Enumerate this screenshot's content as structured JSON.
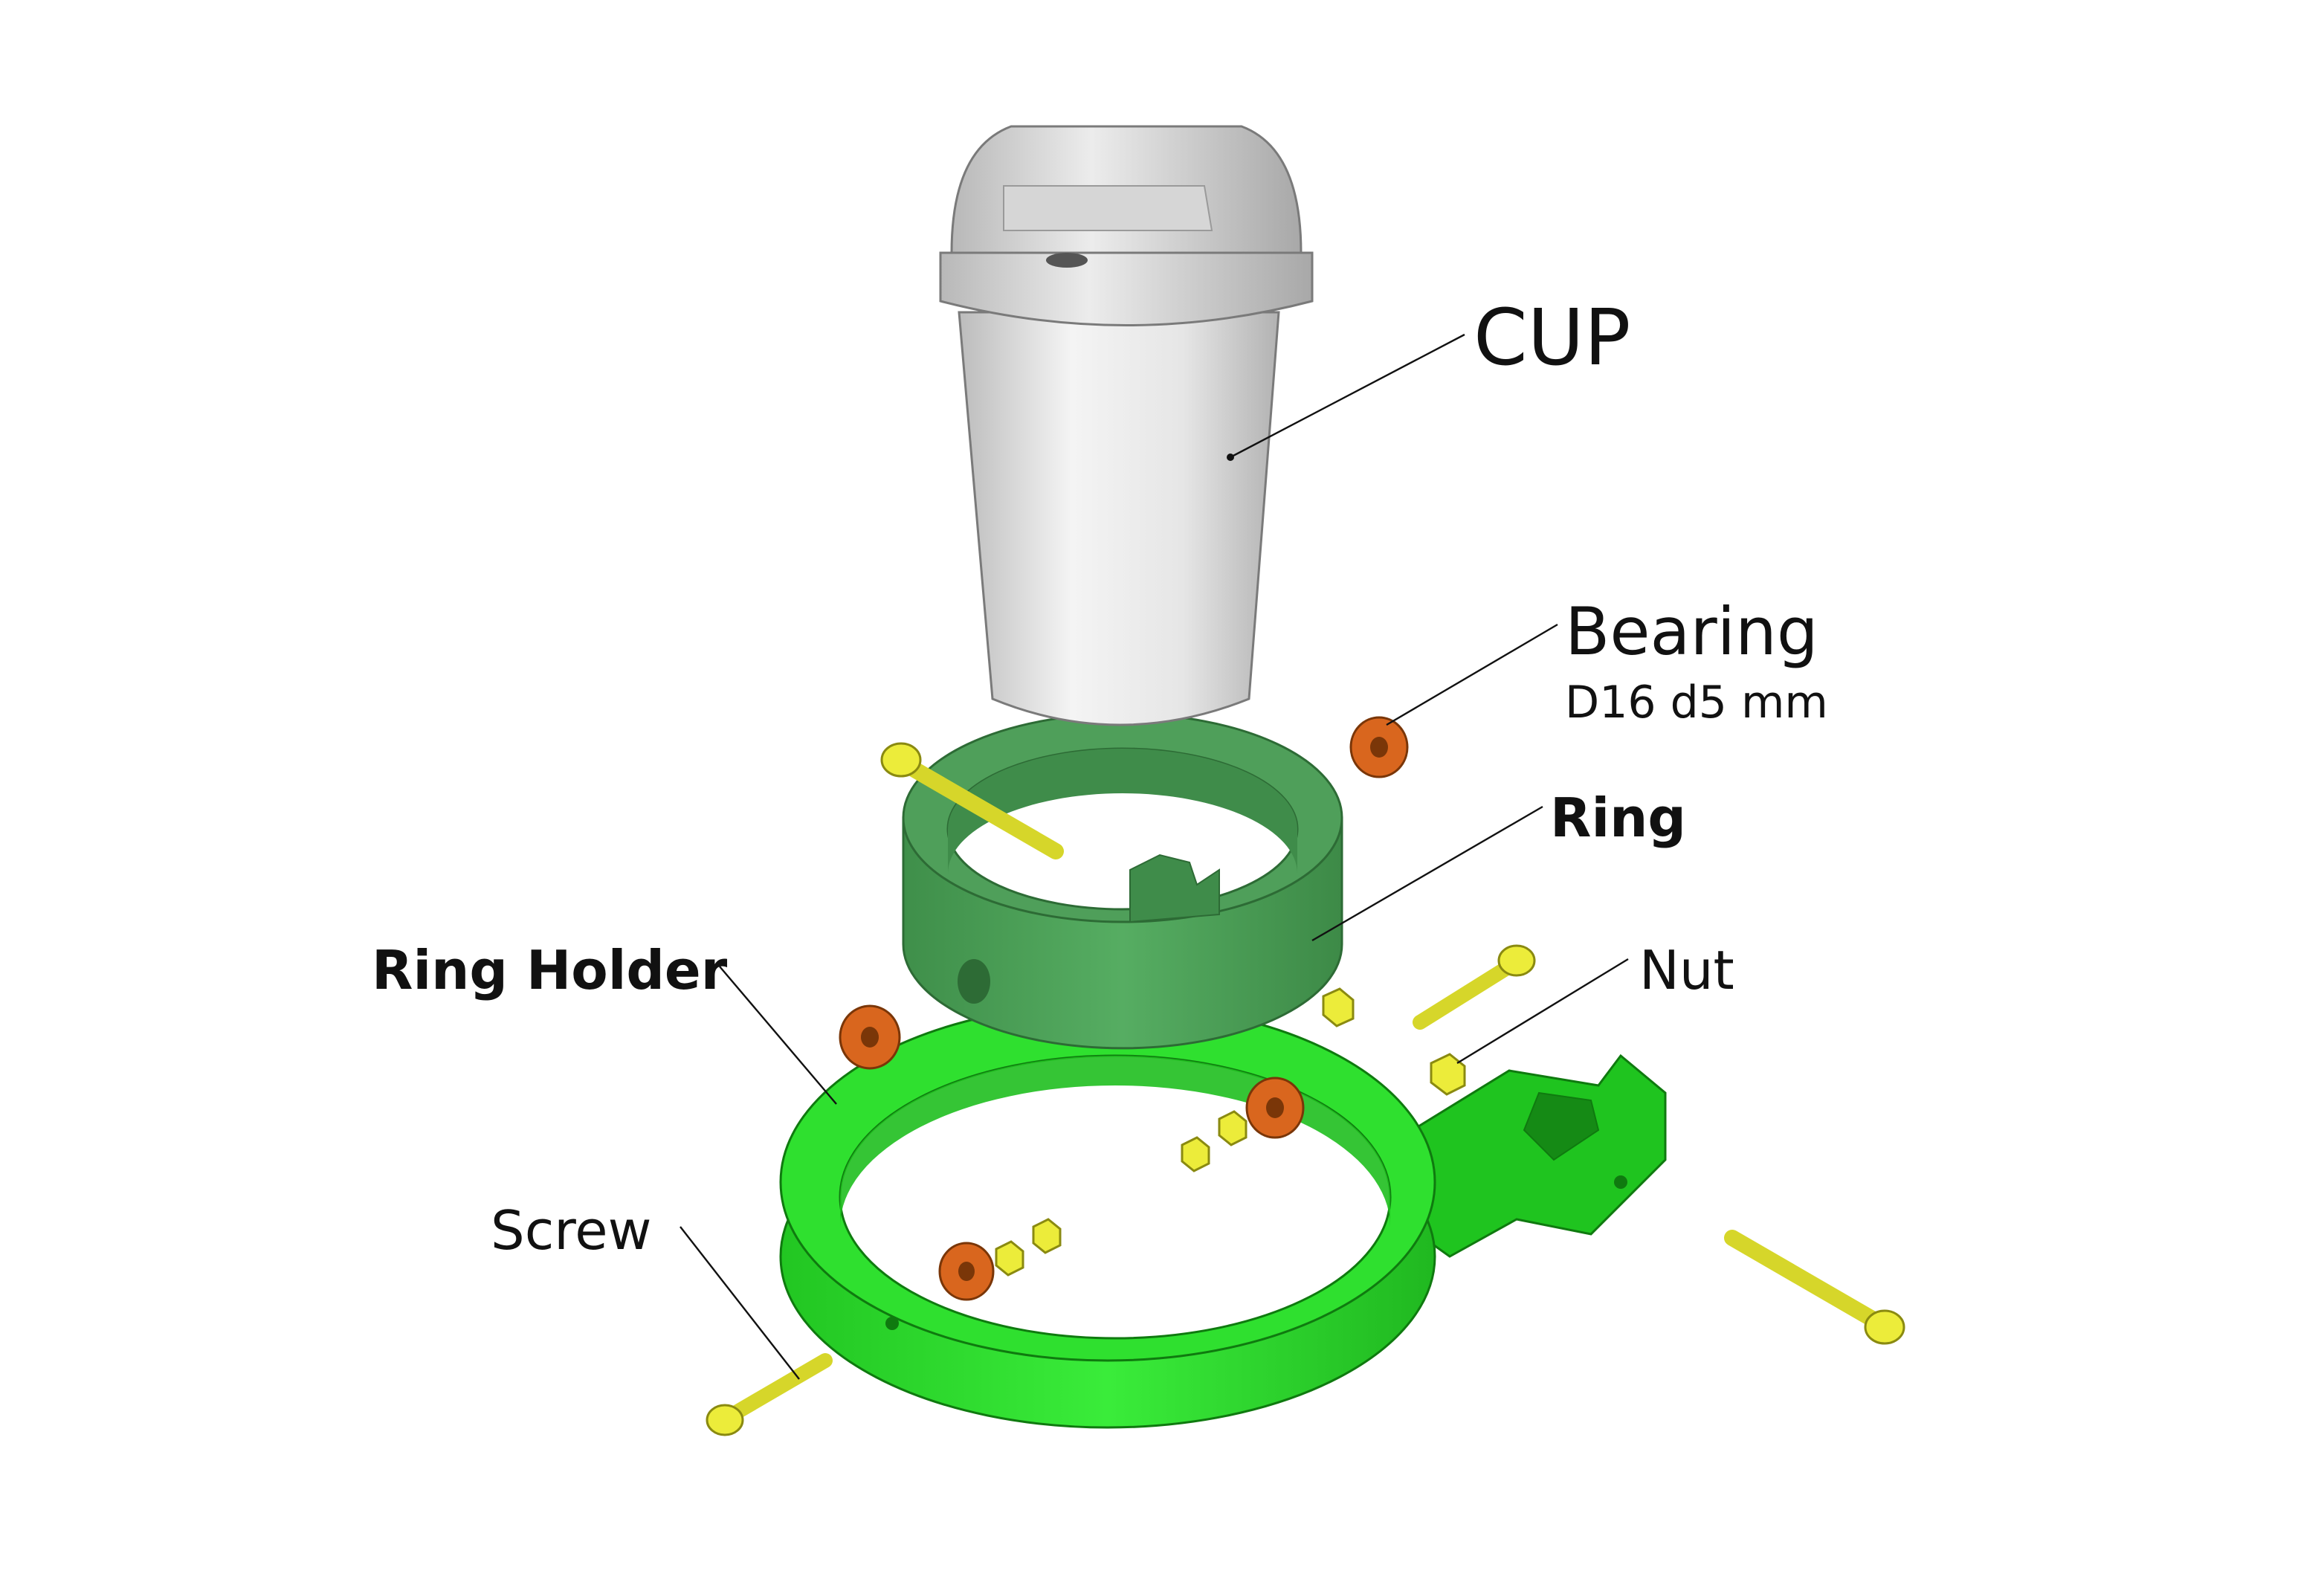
{
  "diagram": {
    "labels": {
      "cup": "CUP",
      "bearing": "Bearing",
      "bearing_spec": "D16 d5 mm",
      "ring": "Ring",
      "nut": "Nut",
      "ring_holder": "Ring Holder",
      "screw": "Screw"
    },
    "colors": {
      "cup_body": "#e4e4e4",
      "cup_lid": "#d2d2d2",
      "ring": "#4a9e56",
      "ring_holder": "#2fdc2f",
      "bearing": "#d9661e",
      "fasteners": "#ecec3a",
      "text": "#111111"
    }
  }
}
